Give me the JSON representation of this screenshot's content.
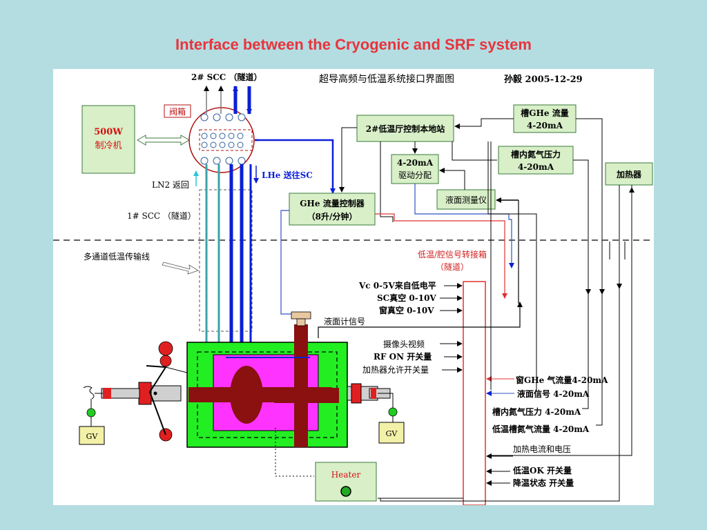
{
  "slide": {
    "title": "Interface between the Cryogenic and SRF system"
  },
  "diagram": {
    "header_title": "超导高频与低温系统接口界面图",
    "header_author": "孙毅 2005-12-29",
    "scc2": "2# SCC （隧道）",
    "valve_box": "阀箱",
    "fridge_line1": "500W",
    "fridge_line2": "制冷机",
    "ln2_return": "LN2 返回",
    "lhe_to_sc": "LHe 送往SC",
    "scc1": "1# SCC （隧道）",
    "transfer_line": "多通道低温传输线",
    "station": "2#低温厅控制本地站",
    "ghe_flow_line1": "槽GHe 流量",
    "ghe_flow_line2": "4-20mA",
    "n2_pressure_line1": "槽内氮气压力",
    "n2_pressure_line2": "4-20mA",
    "heater_box": "加热器",
    "driver_line1": "4-20mA",
    "driver_line2": "驱动分配",
    "level_meter": "液面测量仪",
    "ghe_ctrl_line1": "GHe 流量控制器",
    "ghe_ctrl_line2": "（8升/分钟）",
    "junction_line1": "低温/腔信号转接箱",
    "junction_line2": "（隧道）",
    "vc_signal": "Vc 0-5V来自低电平",
    "sc_vacuum": "SC真空 0-10V",
    "window_vacuum": "窗真空 0-10V",
    "level_signal": "液面计信号",
    "camera_video": "摄像头视频",
    "rf_on": "RF ON 开关量",
    "heater_permit": "加热器允许开关量",
    "window_ghe": "窗GHe 气流量4-20mA",
    "level_4_20": "液面信号 4-20mA",
    "tank_n2_pressure": "槽内氮气压力 4-20mA",
    "tank_n2_flow": "低温槽氮气流量 4-20mA",
    "heater_current": "加热电流和电压",
    "cryo_ok": "低温OK 开关量",
    "cooldown": "降温状态 开关量",
    "gv": "GV",
    "heater_label": "Heater"
  },
  "colors": {
    "title": "#e8343c",
    "cryo_green": "#22ee22",
    "cavity_magenta": "#ff33ff",
    "cavity_brown": "#8b1010",
    "lhe_blue": "#0a1fd6",
    "teal": "#3aa3a8",
    "signal_red": "#e03030",
    "box_green": "#d8efc8"
  },
  "icons": [
    "arrow-icon",
    "valve-ball-icon",
    "heater-lamp-icon",
    "bellows-icon"
  ]
}
